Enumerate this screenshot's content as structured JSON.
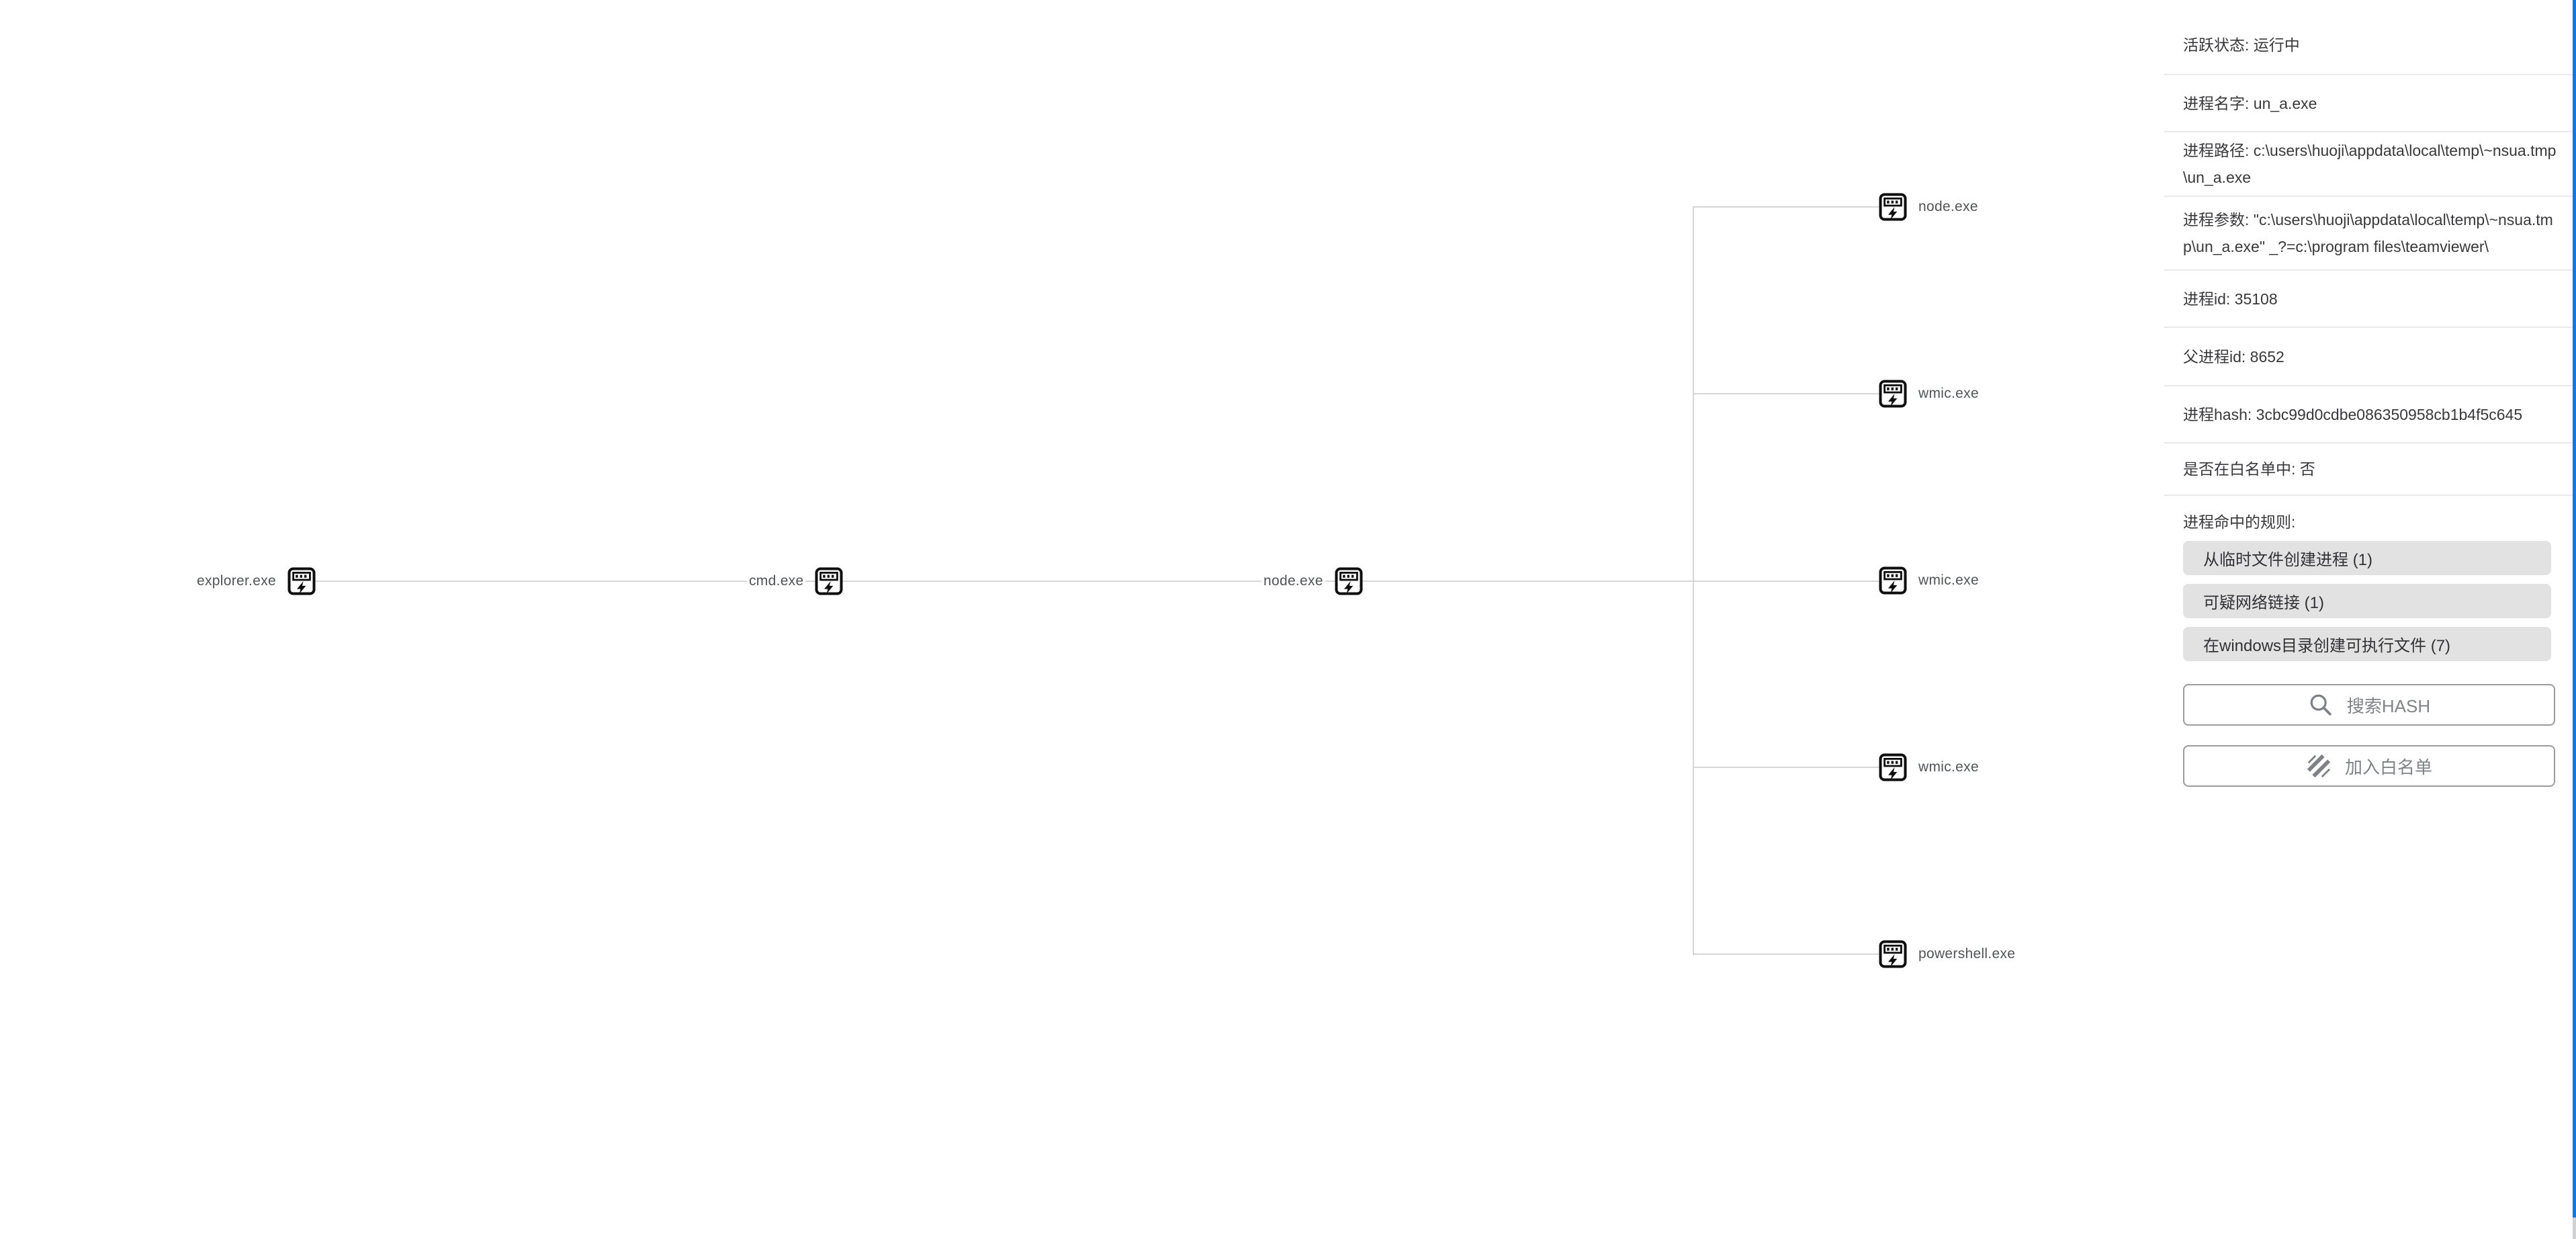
{
  "tree": {
    "nodes": [
      {
        "id": "explorer",
        "label": "explorer.exe"
      },
      {
        "id": "cmd",
        "label": "cmd.exe"
      },
      {
        "id": "node-parent",
        "label": "node.exe"
      },
      {
        "id": "node-child",
        "label": "node.exe"
      },
      {
        "id": "wmic-1",
        "label": "wmic.exe"
      },
      {
        "id": "wmic-2",
        "label": "wmic.exe"
      },
      {
        "id": "wmic-3",
        "label": "wmic.exe"
      },
      {
        "id": "powershell",
        "label": "powershell.exe"
      }
    ],
    "icon": "app-window-lightning-bolt"
  },
  "panel": {
    "rows": [
      {
        "text": "活跃状态: 运行中"
      },
      {
        "text": "进程名字: un_a.exe"
      },
      {
        "text": "进程路径: c:\\users\\huoji\\appdata\\local\\temp\\~nsua.tmp\\un_a.exe"
      },
      {
        "text": "进程参数: \"c:\\users\\huoji\\appdata\\local\\temp\\~nsua.tmp\\un_a.exe\" _?=c:\\program files\\teamviewer\\"
      },
      {
        "text": "进程id: 35108"
      },
      {
        "text": "父进程id: 8652"
      },
      {
        "text": "进程hash: 3cbc99d0cdbe086350958cb1b4f5c645"
      },
      {
        "text": "是否在白名单中: 否"
      }
    ],
    "rules": {
      "label": "进程命中的规则:",
      "chips": [
        "从临时文件创建进程 (1)",
        "可疑网络链接 (1)",
        "在windows目录创建可执行文件 (7)"
      ]
    },
    "search_button": {
      "label": "搜索HASH",
      "icon": "magnifier"
    },
    "whitelist_button": {
      "label": "加入白名单",
      "icon": "diagonal-stripes"
    }
  },
  "colors": {
    "accent_blue": "#1a73e8",
    "tree_line": "#d6d6d6",
    "chip_bg": "#e2e2e3",
    "divider": "#e9e9e9"
  }
}
